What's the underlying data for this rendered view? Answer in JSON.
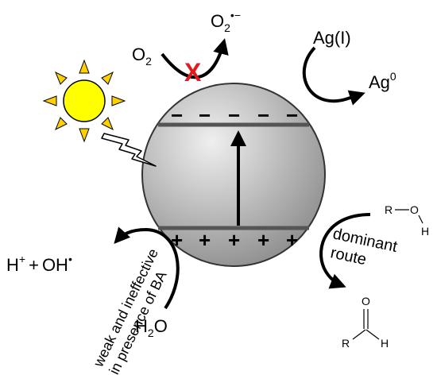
{
  "colors": {
    "sphere_light": "#efefef",
    "sphere_dark": "#8c8c8c",
    "band": "#555555",
    "sun": "#ffff00",
    "ray": "#ffd000",
    "forbidden": "#e11b1b"
  },
  "species": {
    "oxygen": "O",
    "oxygen_sub": "2",
    "superoxide": "O",
    "superoxide_sub": "2",
    "superoxide_sup": "•−",
    "silver_ion": "Ag(I)",
    "silver_base": "Ag",
    "silver_sup": "0",
    "proton": "H",
    "proton_sup": "+",
    "plus_sign": "+",
    "hydroxyl": "OH",
    "hydroxyl_sup": "•",
    "water": "H",
    "water_sub": "2",
    "water_tail": "O"
  },
  "annotations": {
    "blocked_mark": "X",
    "dominant_line1": "dominant",
    "dominant_line2": "route",
    "weak_line1": "weak and ineffective",
    "weak_line2": "in presence of BA"
  },
  "charges": {
    "electrons": [
      "−",
      "−",
      "−",
      "−",
      "−"
    ],
    "holes": [
      "+",
      "+",
      "+",
      "+",
      "+"
    ]
  },
  "alcohol": {
    "r": "R",
    "o": "O",
    "h": "H"
  },
  "aldehyde": {
    "o": "O",
    "r": "R",
    "h": "H"
  }
}
